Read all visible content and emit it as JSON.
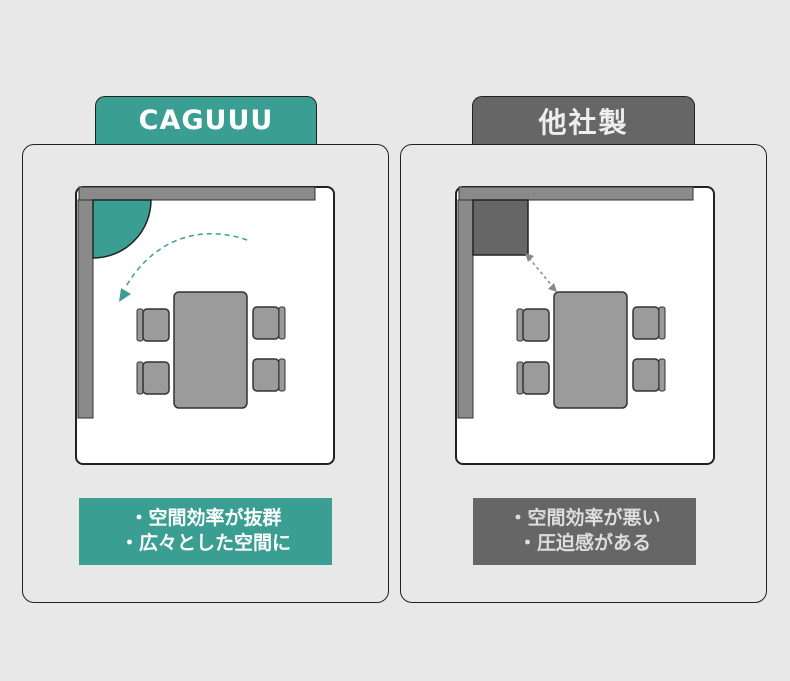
{
  "colors": {
    "accent": "#3a9e92",
    "competitor": "#666666"
  },
  "left": {
    "tab_label": "CAGUUU",
    "points": [
      "・空間効率が抜群",
      "・広々とした空間に"
    ]
  },
  "right": {
    "tab_label": "他社製",
    "points": [
      "・空間効率が悪い",
      "・圧迫感がある"
    ]
  }
}
